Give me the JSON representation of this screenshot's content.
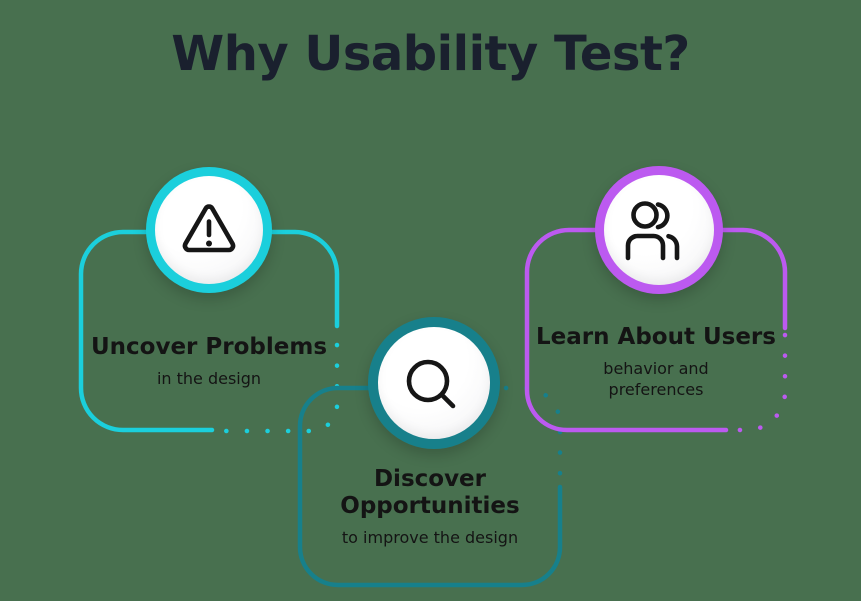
{
  "title": "Why Usability Test?",
  "cards": [
    {
      "heading": "Uncover Problems",
      "subtext": "in the design",
      "icon": "warning-triangle-icon",
      "accent_color": "#1BCFDC"
    },
    {
      "heading": "Discover Opportunities",
      "subtext": "to improve the design",
      "icon": "search-icon",
      "accent_color": "#17808B"
    },
    {
      "heading": "Learn About Users",
      "subtext": "behavior and preferences",
      "icon": "users-icon",
      "accent_color": "#BC5AF0"
    }
  ],
  "colors": {
    "background": "#48704F",
    "title_text": "#1A202E",
    "card_text": "#141414",
    "circle_fill": "#F7F7F8",
    "icon_stroke": "#161616"
  }
}
